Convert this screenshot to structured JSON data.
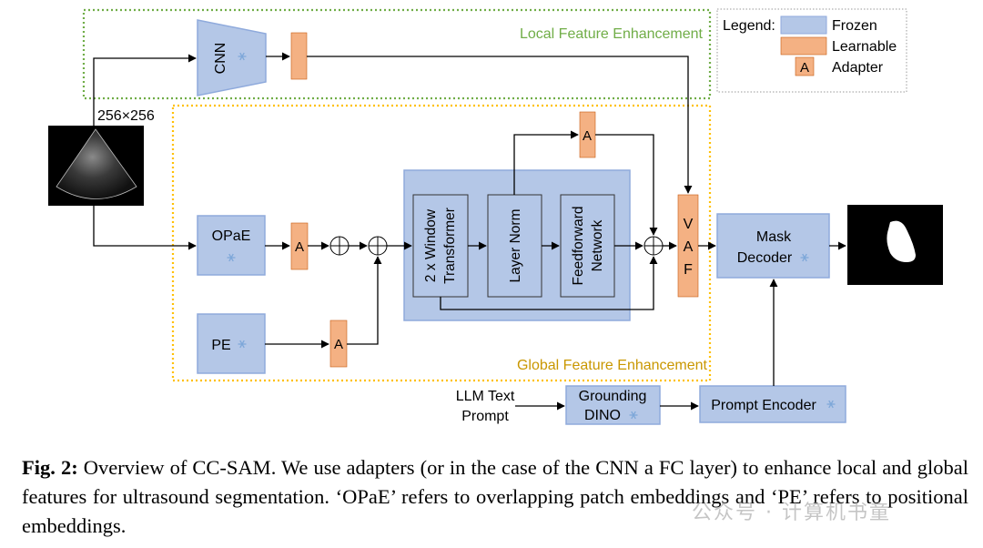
{
  "diagram": {
    "regions": {
      "local": "Local Feature Enhancement",
      "global": "Global Feature Enhancement"
    },
    "legend": {
      "title": "Legend:",
      "frozen": "Frozen",
      "learnable": "Learnable",
      "adapter_symbol": "A",
      "adapter": "Adapter"
    },
    "input": {
      "size_label": "256×256"
    },
    "blocks": {
      "cnn": "CNN",
      "opae": "OPaE",
      "pe": "PE",
      "adapter": "A",
      "window_transformer": [
        "2 x Window",
        "Transformer"
      ],
      "layer_norm": "Layer Norm",
      "feedforward": [
        "Feedforward",
        "Network"
      ],
      "vaf": [
        "V",
        "A",
        "F"
      ],
      "mask_decoder": [
        "Mask",
        "Decoder"
      ],
      "llm_prompt": [
        "LLM Text",
        "Prompt"
      ],
      "grounding_dino": [
        "Grounding",
        "DINO"
      ],
      "prompt_encoder": "Prompt Encoder"
    },
    "symbols": {
      "frozen_icon": "snowflake-icon",
      "plus_icon": "circle-plus-icon"
    },
    "colors": {
      "frozen_fill": "#b4c7e7",
      "frozen_stroke": "#8faadc",
      "learnable_fill": "#f4b183",
      "local_border": "#70ad47",
      "global_border": "#ffc000",
      "snowflake": "#7da7d9"
    }
  },
  "caption": {
    "label": "Fig. 2:",
    "text": "Overview of CC-SAM. We use adapters (or in the case of the CNN a FC layer) to enhance local and global features for ultrasound segmentation. ‘OPaE’ refers to overlapping patch embeddings and ‘PE’ refers to positional embeddings."
  },
  "watermark": "公众号 · 计算机书童"
}
